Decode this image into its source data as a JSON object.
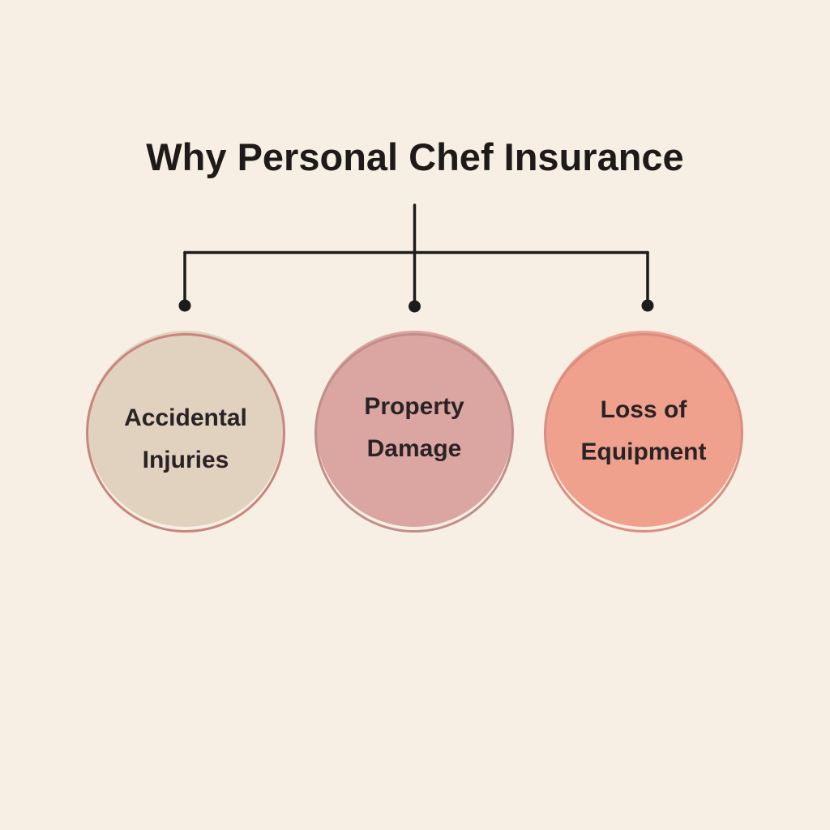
{
  "title": "Why Personal Chef Insurance",
  "diagram": {
    "connector_color": "#1c1c1c",
    "nodes": [
      {
        "id": "accidental-injuries",
        "lines": [
          "Accidental",
          "Injuries"
        ],
        "fill_color": "#e1d2c0",
        "ring_color": "#c8867d"
      },
      {
        "id": "property-damage",
        "lines": [
          "Property",
          "Damage"
        ],
        "fill_color": "#dba6a1",
        "ring_color": "#c18e8b"
      },
      {
        "id": "loss-of-equipment",
        "lines": [
          "Loss of",
          "Equipment"
        ],
        "fill_color": "#f0a18e",
        "ring_color": "#d98e81"
      }
    ]
  },
  "colors": {
    "background": "#f7efe3",
    "title_text": "#1e1a19",
    "node_text": "#2a2326"
  }
}
